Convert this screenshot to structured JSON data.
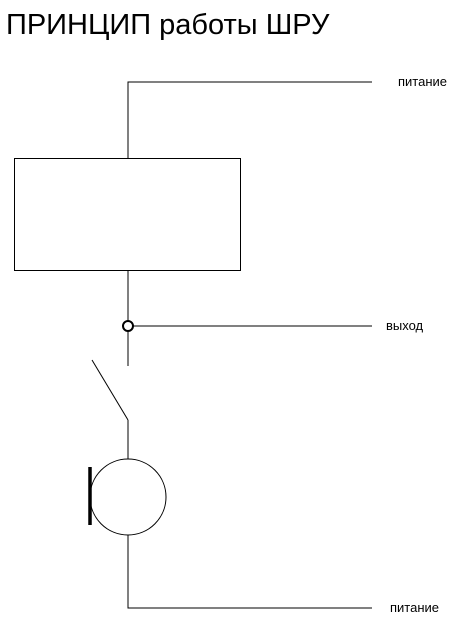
{
  "title": "ПРИНЦИП работы ШРУ",
  "labels": {
    "power_top": "питание",
    "output": "выход",
    "power_bottom": "питание"
  },
  "colors": {
    "line": "#000000",
    "background": "#ffffff"
  }
}
